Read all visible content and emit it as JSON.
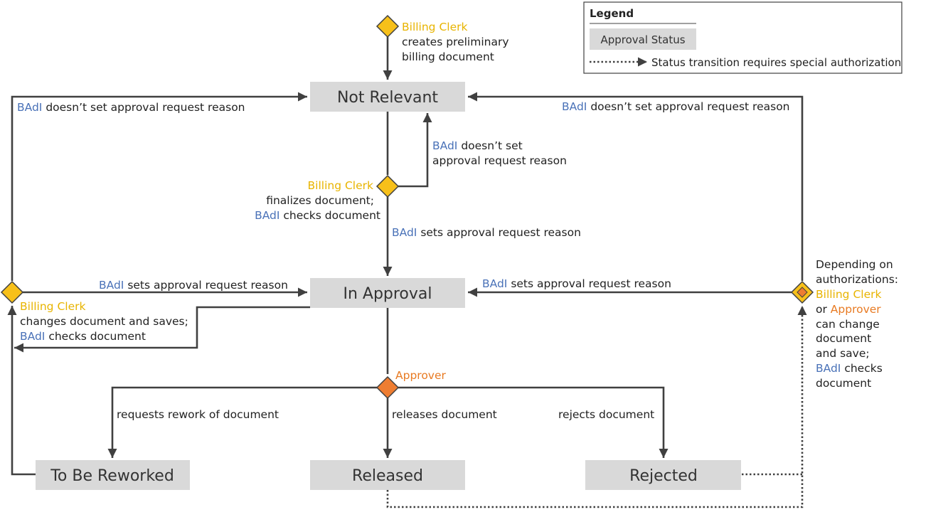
{
  "states": {
    "not_relevant": "Not Relevant",
    "in_approval": "In Approval",
    "to_be_reworked": "To Be Reworked",
    "released": "Released",
    "rejected": "Rejected"
  },
  "legend": {
    "title": "Legend",
    "status_sample": "Approval Status",
    "dotted_text": "Status transition requires special authorization"
  },
  "actors": {
    "billing_clerk": "Billing Clerk",
    "approver": "Approver",
    "badi": "BAdI"
  },
  "labels": {
    "top_creates_l1": "creates preliminary",
    "top_creates_l2": "billing document",
    "doesnt_set_reason": "doesn’t set approval request reason",
    "doesnt_set_l1": "doesn’t set",
    "doesnt_set_l2": "approval request reason",
    "sets_reason": "sets approval request reason",
    "finalizes": "finalizes document;",
    "checks_document": "checks document",
    "changes_saves": "changes document and saves;",
    "requests_rework": "requests rework of document",
    "releases": "releases document",
    "rejects": "rejects document",
    "dep_l1": "Depending on",
    "dep_l2": "authorizations:",
    "dep_or": "or",
    "dep_l4": "can change",
    "dep_l5": "document",
    "dep_l6": "and save;",
    "dep_checks": "checks",
    "dep_l8": "document"
  },
  "colors": {
    "state_fill": "#d9d9d9",
    "line": "#404040",
    "badi_blue": "#4a72b8",
    "clerk_yellow": "#e8b400",
    "approver_orange": "#e87a22",
    "diamond_yellow": "#f7c01a",
    "diamond_orange": "#ee7d31"
  }
}
